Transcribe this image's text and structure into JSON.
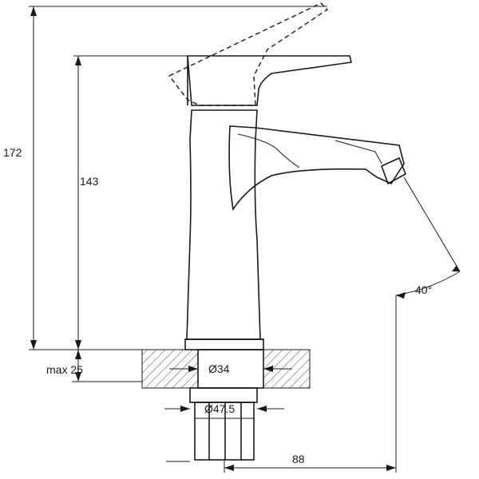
{
  "dimensions": {
    "total_height": "172",
    "body_height": "143",
    "max_thickness": "max 25",
    "shank_diameter": "Ø34",
    "nut_diameter": "Ø47.5",
    "spout_reach": "88",
    "lever_angle": "40°"
  },
  "colors": {
    "line": "#1a1a1a",
    "background": "#ffffff"
  }
}
